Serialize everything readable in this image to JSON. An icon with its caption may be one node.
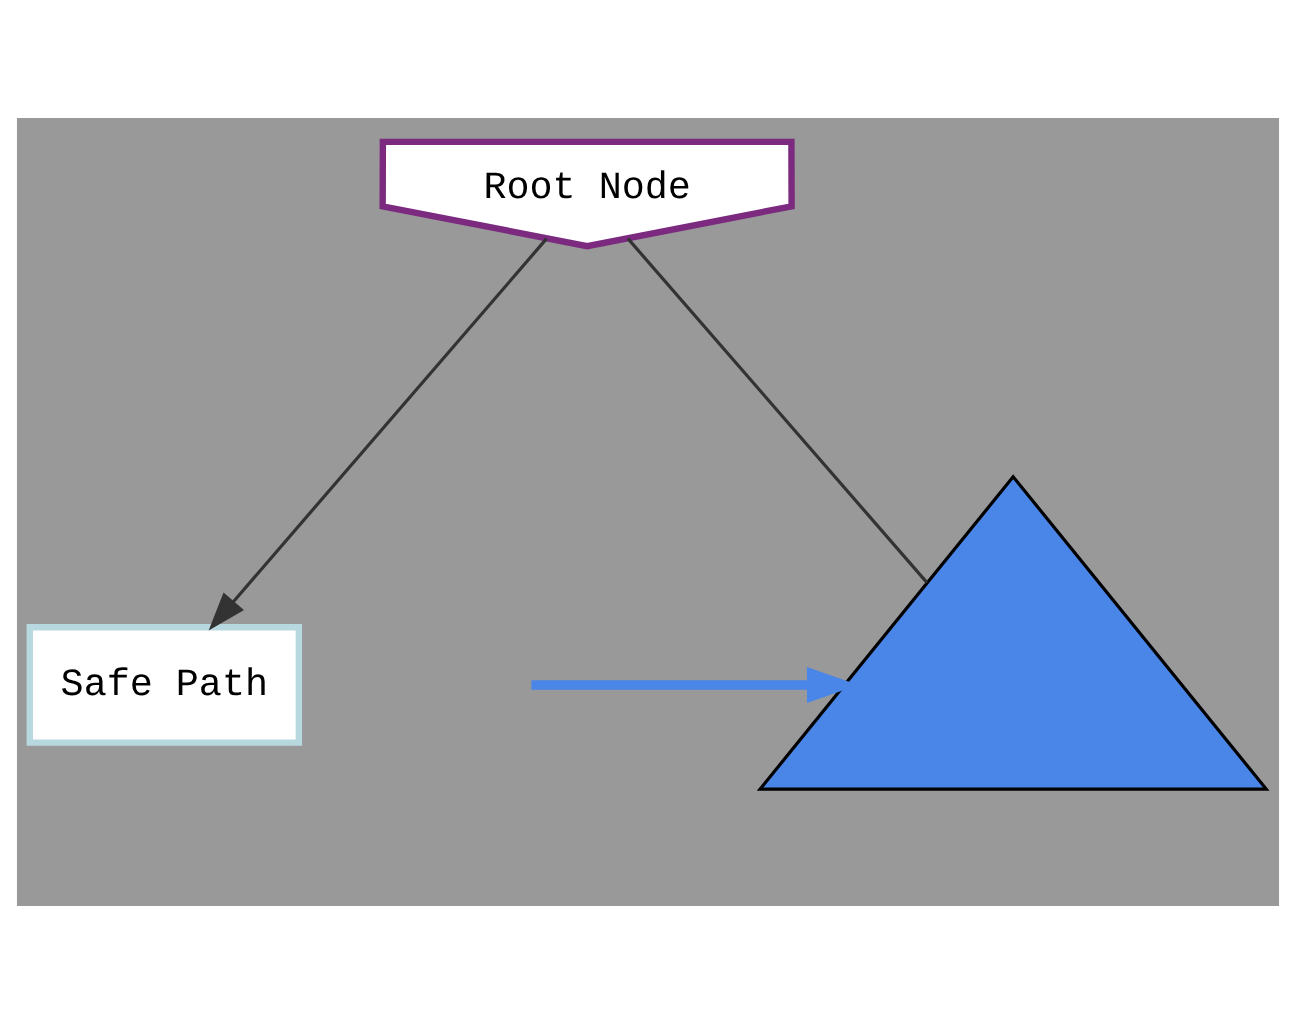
{
  "diagram": {
    "nodes": [
      {
        "text": [
          "Root Node"
        ]
      },
      {
        "text": [],
        "shape": "triangle"
      },
      {
        "text": [
          "Safe Path"
        ]
      }
    ],
    "edges": [
      {
        "from": 0,
        "to": 1,
        "arrow": "none"
      },
      {
        "from": 0,
        "to": 2,
        "arrow": "to"
      },
      {
        "from": null,
        "to": 1,
        "arrow": "to",
        "color": "#4a86e8",
        "style": "thick"
      }
    ]
  }
}
